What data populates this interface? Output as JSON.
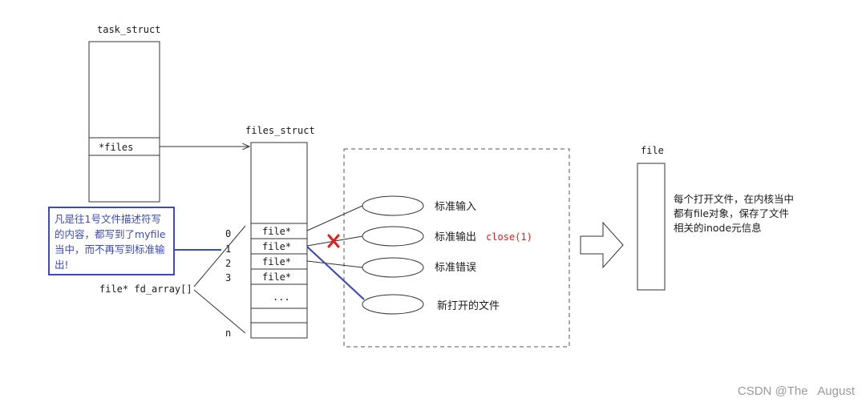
{
  "task_struct": {
    "title": "task_struct",
    "files_field": "*files"
  },
  "files_struct": {
    "title": "files_struct",
    "slots": [
      "file*",
      "file*",
      "file*",
      "file*"
    ],
    "ellipsis": "...",
    "indices": [
      "0",
      "1",
      "2",
      "3",
      "n"
    ],
    "fd_array_label": "file* fd_array[]"
  },
  "streams": [
    {
      "label": "标准输入",
      "note": ""
    },
    {
      "label": "标准输出",
      "note": "close(1)"
    },
    {
      "label": "标准错误",
      "note": ""
    },
    {
      "label": "新打开的文件",
      "note": ""
    }
  ],
  "annotation": "凡是往1号文件描述符写的内容，都写到了myfile当中，而不再写到标准输出!",
  "file": {
    "title": "file",
    "description": "每个打开文件，在内核当中都有file对象，保存了文件相关的inode元信息"
  },
  "watermark": "CSDN @The   August",
  "colors": {
    "annotation": "#3c4bb8",
    "close_mark": "#e02020",
    "note": "#e02020",
    "line": "#333333"
  }
}
